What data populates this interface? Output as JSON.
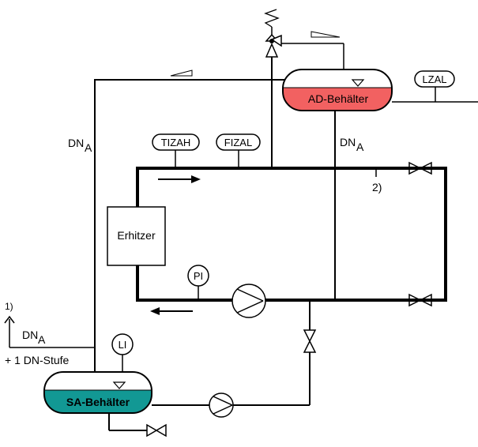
{
  "vessels": {
    "ad": {
      "label": "AD-Behälter",
      "fill": "#f26161"
    },
    "sa": {
      "label": "SA-Behälter",
      "fill": "#129894"
    }
  },
  "heater": {
    "label": "Erhitzer"
  },
  "instruments": {
    "tizah": "TIZAH",
    "fizal": "FIZAL",
    "lzal": "LZAL",
    "pi": "PI",
    "li": "LI"
  },
  "pipe_labels": {
    "dn_main": "DN",
    "dn_sub": "A",
    "note_1": "1)",
    "note_2": "2)",
    "dn_step": "+ 1 DN-Stufe"
  },
  "colors": {
    "line": "#000000",
    "background": "#ffffff"
  }
}
